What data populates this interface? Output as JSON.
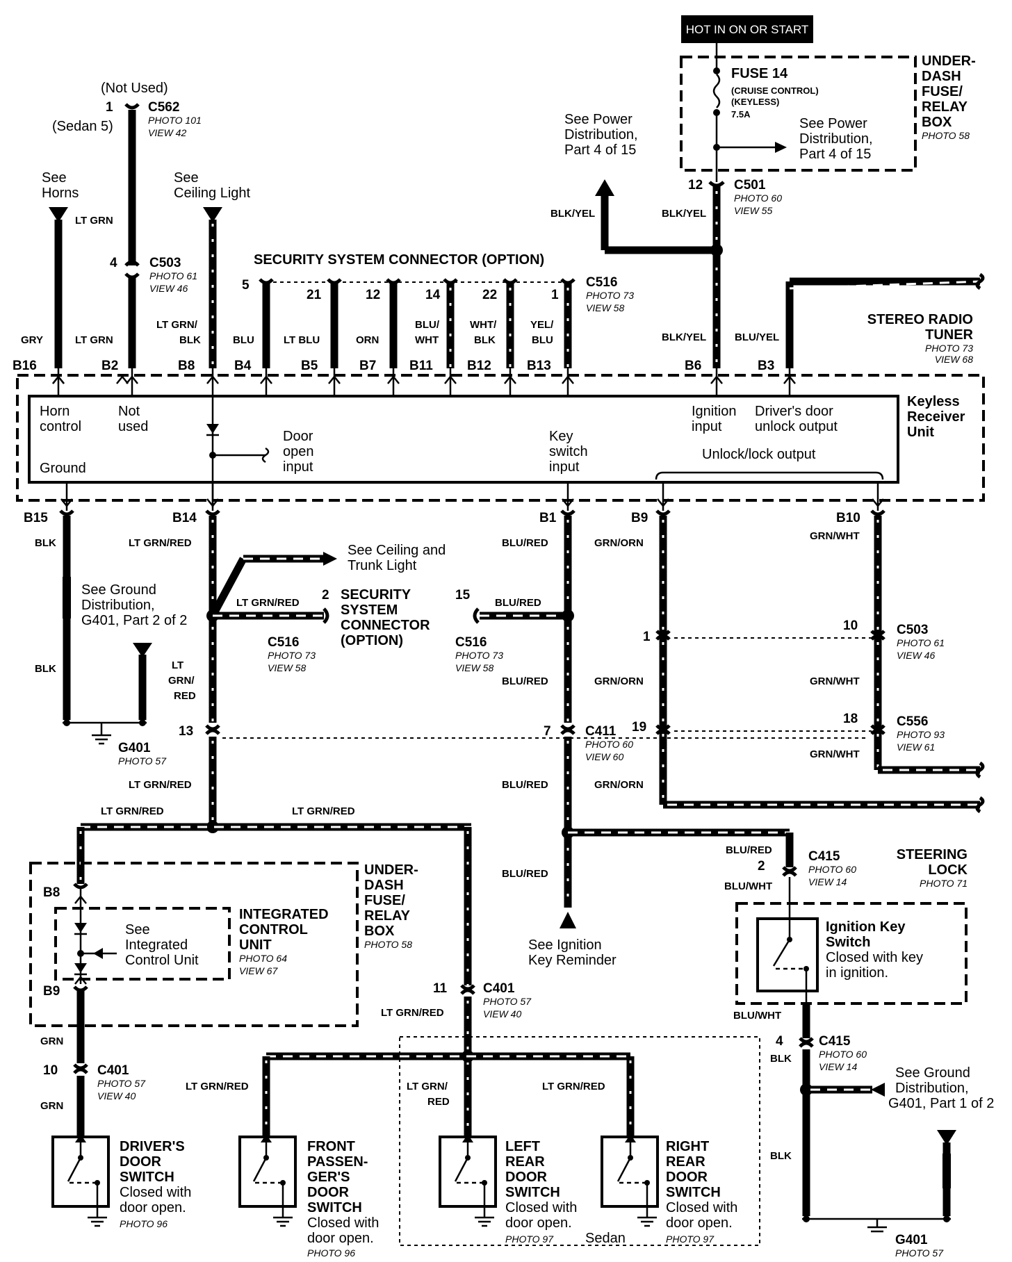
{
  "header": {
    "hot_label": "HOT IN ON OR START"
  },
  "fuse_box_top": {
    "title": [
      "UNDER-",
      "DASH",
      "FUSE/",
      "RELAY",
      "BOX"
    ],
    "photo": "PHOTO 58",
    "fuse": "FUSE 14",
    "fuse_desc1": "(CRUISE CONTROL)",
    "fuse_desc2": "(KEYLESS)",
    "rating": "7.5A",
    "see": [
      "See Power",
      "Distribution,",
      "Part 4 of 15"
    ]
  },
  "see_power_left": [
    "See Power",
    "Distribution,",
    "Part 4 of 15"
  ],
  "c501": {
    "pin": "12",
    "name": "C501",
    "photo": "PHOTO 60",
    "view": "VIEW 55"
  },
  "c562": {
    "not_used": "(Not Used)",
    "pin": "1",
    "sedan": "(Sedan 5)",
    "name": "C562",
    "photo": "PHOTO 101",
    "view": "VIEW 42"
  },
  "c503_top": {
    "pin": "4",
    "name": "C503",
    "photo": "PHOTO 61",
    "view": "VIEW 46"
  },
  "see_horns": [
    "See",
    "Horns"
  ],
  "see_ceiling": [
    "See",
    "Ceiling Light"
  ],
  "security_top": {
    "title": "SECURITY SYSTEM CONNECTOR (OPTION)",
    "pins": [
      "5",
      "21",
      "12",
      "14",
      "22",
      "1"
    ],
    "name": "C516",
    "photo": "PHOTO 73",
    "view": "VIEW 58"
  },
  "stereo": {
    "title": [
      "STEREO RADIO",
      "TUNER"
    ],
    "photo": "PHOTO 73",
    "view": "VIEW 68"
  },
  "wires": {
    "gry": "GRY",
    "lt_grn": "LT GRN",
    "lt_grn_blk": [
      "LT GRN/",
      "BLK"
    ],
    "blu": "BLU",
    "lt_blu": "LT BLU",
    "orn": "ORN",
    "blu_wht": [
      "BLU/",
      "WHT"
    ],
    "wht_blk": [
      "WHT/",
      "BLK"
    ],
    "yel_blu": [
      "YEL/",
      "BLU"
    ],
    "blk_yel": "BLK/YEL",
    "blu_yel": "BLU/YEL",
    "blk": "BLK",
    "lt_grn_red": "LT GRN/RED",
    "blu_red": "BLU/RED",
    "grn_orn": "GRN/ORN",
    "grn_wht": "GRN/WHT",
    "lt_grn_red_split": [
      "LT",
      "GRN/",
      "RED"
    ],
    "grn": "GRN",
    "blu_wht_1": "BLU/WHT",
    "lt_grn_red_two": [
      "LT GRN/",
      "RED"
    ]
  },
  "unit_pins_top": [
    "B16",
    "B2",
    "B8",
    "B4",
    "B5",
    "B7",
    "B11",
    "B12",
    "B13",
    "B6",
    "B3"
  ],
  "unit_pins_bottom": [
    "B15",
    "B14",
    "B1",
    "B9",
    "B10"
  ],
  "keyless": {
    "title": [
      "Keyless",
      "Receiver",
      "Unit"
    ],
    "horn": [
      "Horn",
      "control"
    ],
    "not_used": [
      "Not",
      "used"
    ],
    "ground": "Ground",
    "door_open": [
      "Door",
      "open",
      "input"
    ],
    "key_switch": [
      "Key",
      "switch",
      "input"
    ],
    "ignition": [
      "Ignition",
      "input"
    ],
    "drivers": [
      "Driver's door",
      "unlock output"
    ],
    "unlock_lock": "Unlock/lock output"
  },
  "see_ground_1": [
    "See Ground",
    "Distribution,",
    "G401, Part 2 of 2"
  ],
  "g401_a": {
    "name": "G401",
    "photo": "PHOTO 57"
  },
  "see_ceiling_trunk": [
    "See Ceiling and",
    "Trunk Light"
  ],
  "sec_mid": {
    "pin2": "2",
    "title": [
      "SECURITY",
      "SYSTEM",
      "CONNECTOR",
      "(OPTION)"
    ],
    "pin15": "15",
    "name": "C516",
    "photo": "PHOTO 73",
    "view": "VIEW 58"
  },
  "c503_mid": {
    "pin_l": "1",
    "pin_r": "10",
    "name": "C503",
    "photo": "PHOTO 61",
    "view": "VIEW 46"
  },
  "c556": {
    "pin_l": "19",
    "pin_r": "18",
    "name": "C556",
    "photo": "PHOTO 93",
    "view": "VIEW 61"
  },
  "c411": {
    "pin_l": "13",
    "pin_r": "7",
    "name": "C411",
    "photo": "PHOTO 60",
    "view": "VIEW 60"
  },
  "fuse_box_mid": {
    "title": [
      "UNDER-",
      "DASH",
      "FUSE/",
      "RELAY",
      "BOX"
    ],
    "photo": "PHOTO 58",
    "b8": "B8",
    "b9": "B9",
    "icu_title": [
      "INTEGRATED",
      "CONTROL",
      "UNIT"
    ],
    "icu_photo": "PHOTO 64",
    "icu_view": "VIEW 67",
    "see": [
      "See",
      "Integrated",
      "Control Unit"
    ]
  },
  "see_ignition": [
    "See Ignition",
    "Key Reminder"
  ],
  "c415_top": {
    "pin": "2",
    "name": "C415",
    "photo": "PHOTO 60",
    "view": "VIEW 14"
  },
  "steering": {
    "title": [
      "STEERING",
      "LOCK"
    ],
    "photo": "PHOTO 71"
  },
  "ignition_switch": {
    "title": [
      "Ignition Key",
      "Switch"
    ],
    "desc": [
      "Closed with key",
      "in ignition."
    ]
  },
  "c401_mid": {
    "pin": "11",
    "name": "C401",
    "photo": "PHOTO 57",
    "view": "VIEW 40"
  },
  "c401_left": {
    "pin": "10",
    "name": "C401",
    "photo": "PHOTO 57",
    "view": "VIEW 40"
  },
  "c415_bot": {
    "pin": "4",
    "name": "C415",
    "photo": "PHOTO 60",
    "view": "VIEW 14"
  },
  "see_ground_2": [
    "See Ground",
    "Distribution,",
    "G401, Part 1 of 2"
  ],
  "g401_b": {
    "name": "G401",
    "photo": "PHOTO 57"
  },
  "switches": [
    {
      "title": [
        "DRIVER'S",
        "DOOR",
        "SWITCH"
      ],
      "desc": [
        "Closed with",
        "door open."
      ],
      "photo": "PHOTO 96"
    },
    {
      "title": [
        "FRONT",
        "PASSEN-",
        "GER'S",
        "DOOR",
        "SWITCH"
      ],
      "desc": [
        "Closed with",
        "door open."
      ],
      "photo": "PHOTO 96"
    },
    {
      "title": [
        "LEFT",
        "REAR",
        "DOOR",
        "SWITCH"
      ],
      "desc": [
        "Closed with",
        "door open."
      ],
      "photo": "PHOTO 97"
    },
    {
      "title": [
        "RIGHT",
        "REAR",
        "DOOR",
        "SWITCH"
      ],
      "desc": [
        "Closed with",
        "door open."
      ],
      "photo": "PHOTO 97"
    }
  ],
  "sedan": "Sedan"
}
